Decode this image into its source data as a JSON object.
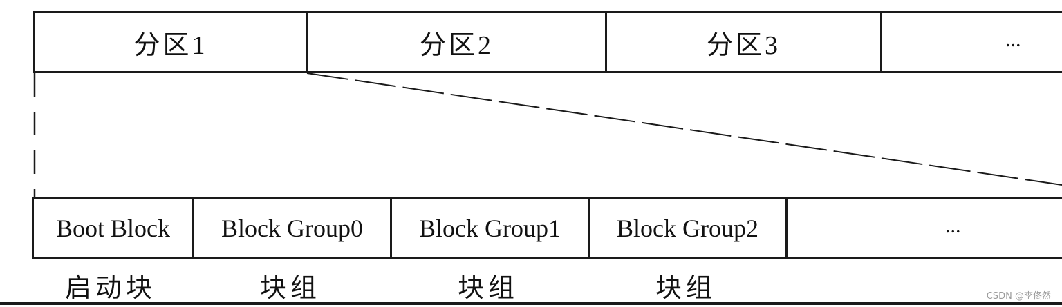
{
  "partitions": [
    "分区1",
    "分区2",
    "分区3",
    "..."
  ],
  "blocks": [
    "Boot Block",
    "Block Group0",
    "Block Group1",
    "Block Group2",
    "..."
  ],
  "captions": [
    "启动块",
    "块组",
    "块组",
    "块组"
  ],
  "watermark": "CSDN @李佟然"
}
